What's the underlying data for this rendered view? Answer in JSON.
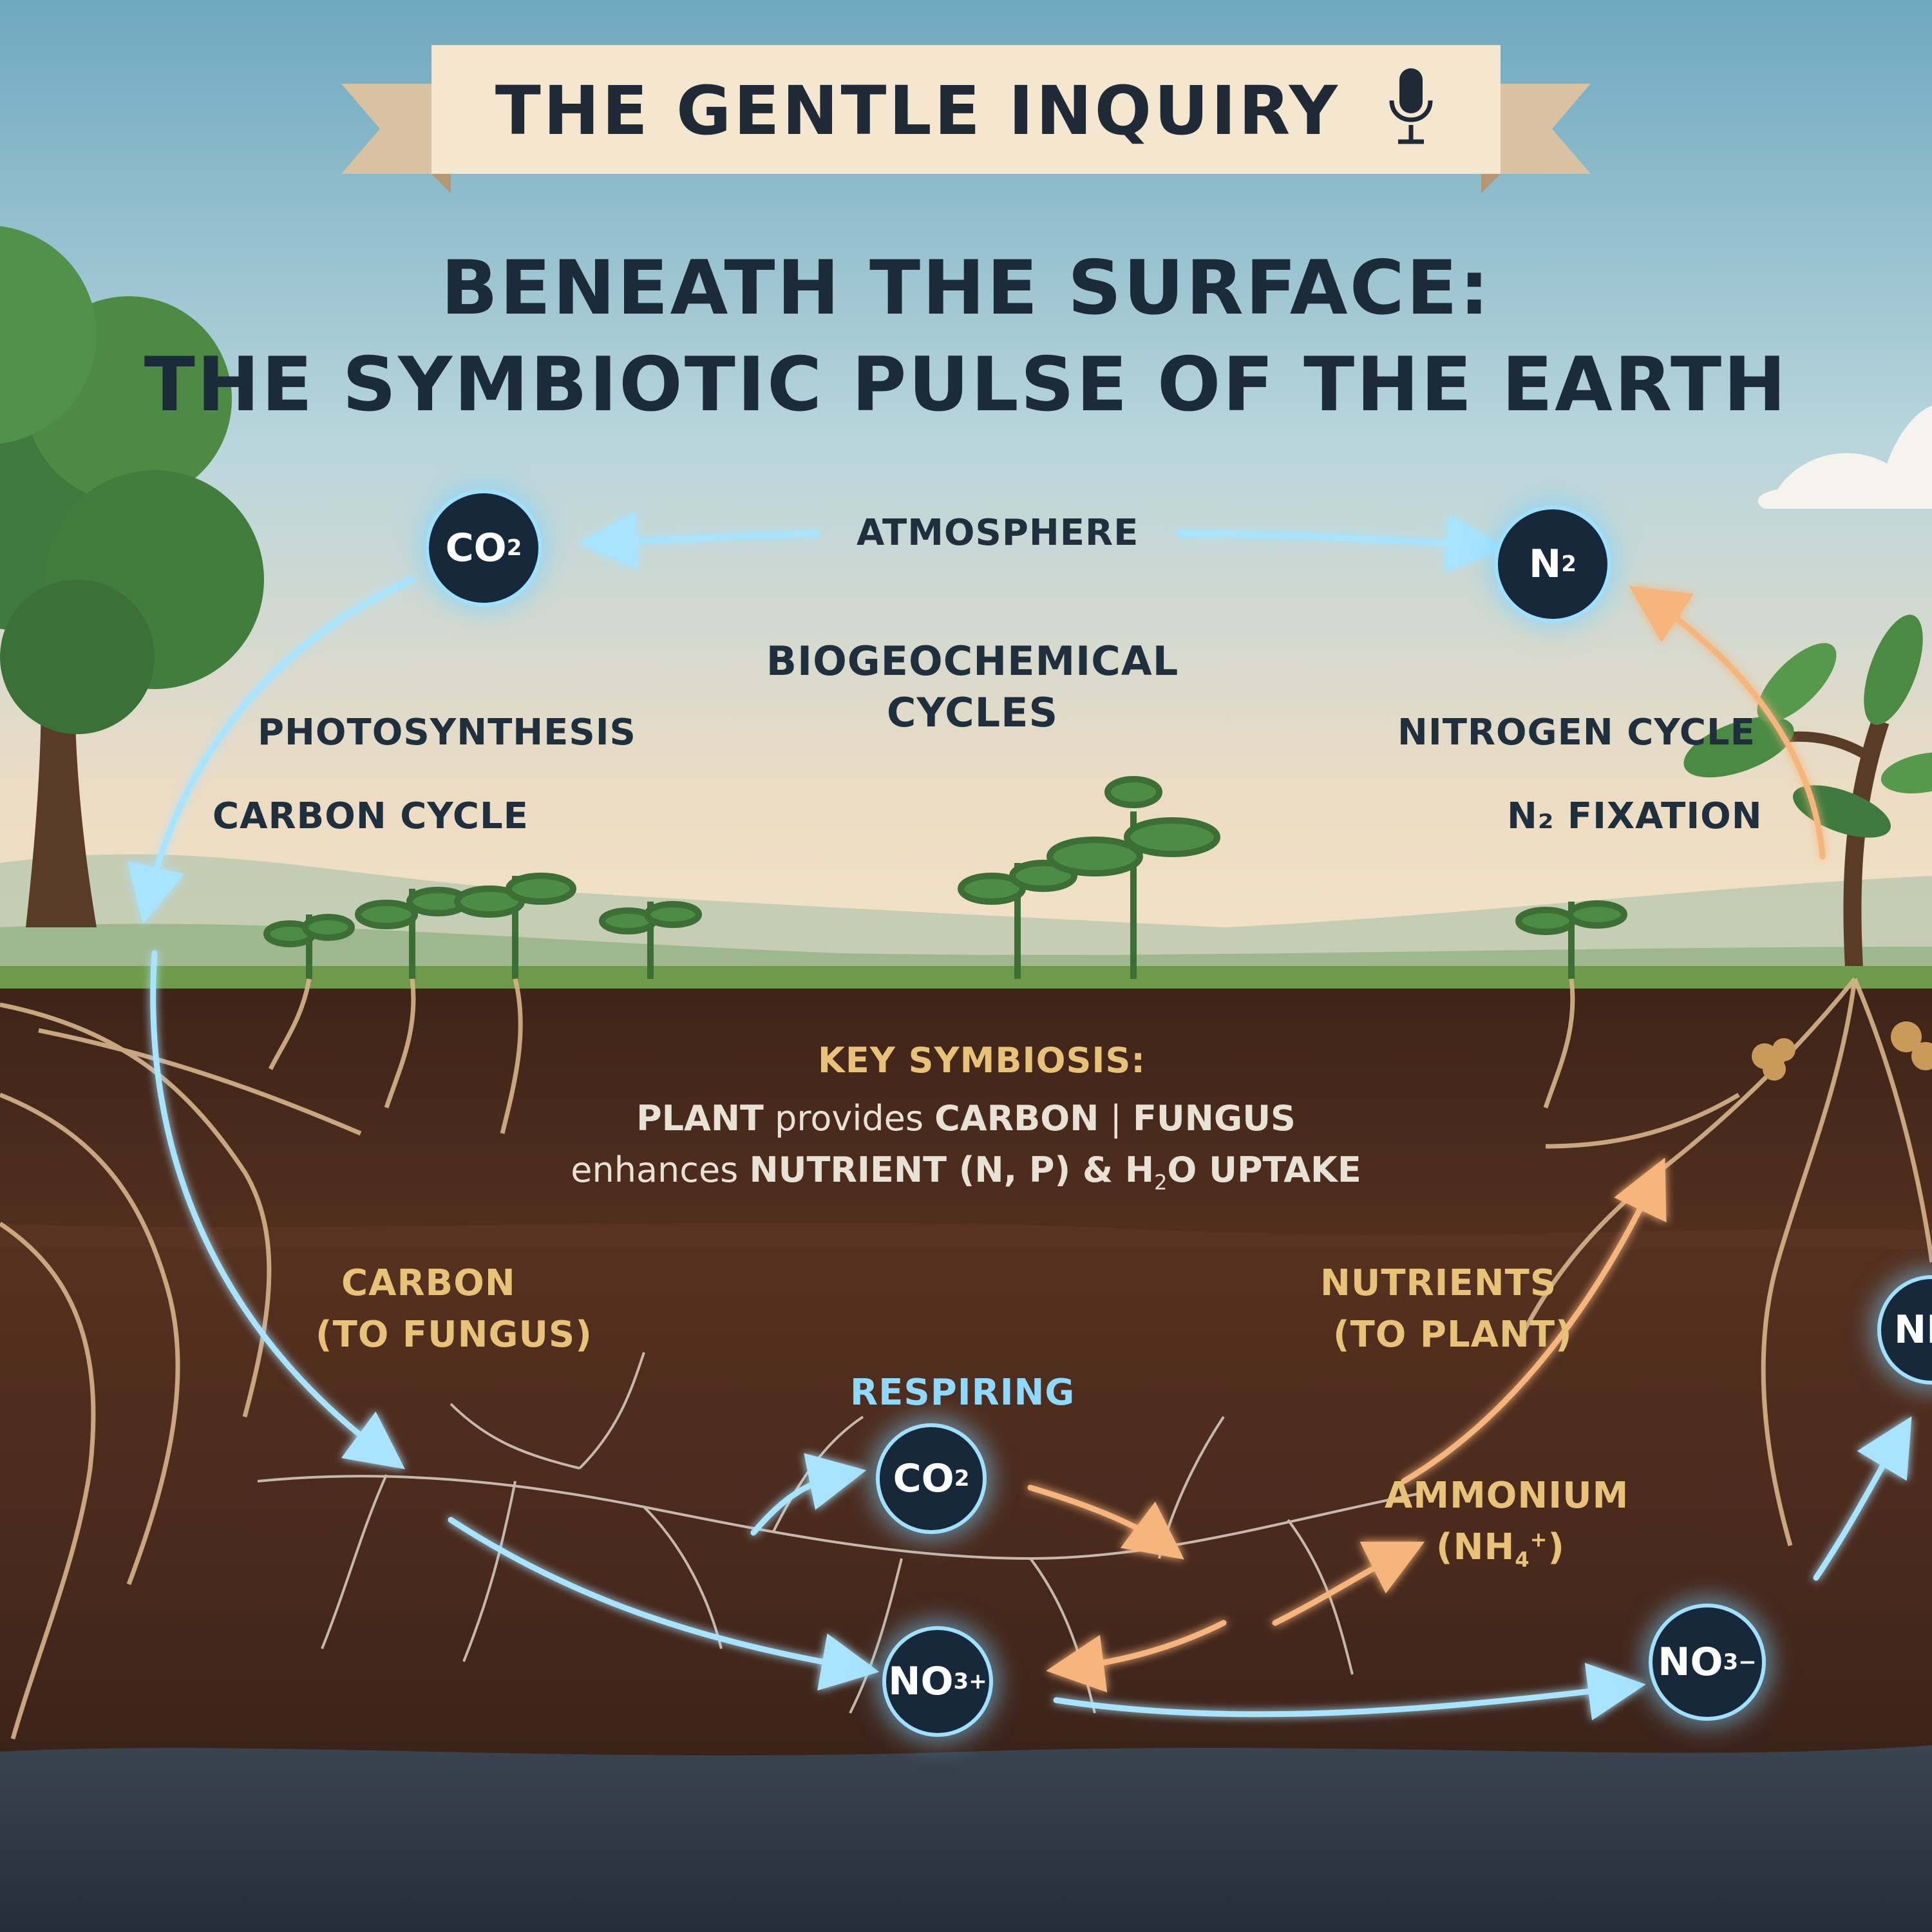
{
  "banner": {
    "title": "THE GENTLE INQUIRY",
    "icon": "microphone-icon"
  },
  "headline": {
    "line1": "BENEATH THE SURFACE:",
    "line2": "THE SYMBIOTIC PULSE OF THE EARTH"
  },
  "atmosphere": {
    "label": "ATMOSPHERE",
    "center_label_line1": "BIOGEOCHEMICAL",
    "center_label_line2": "CYCLES",
    "left_labels": [
      "PHOTOSYNTHESIS",
      "CARBON CYCLE"
    ],
    "right_labels": [
      "NITROGEN CYCLE",
      "N₂ FIXATION"
    ]
  },
  "nodes": {
    "co2_sky": {
      "base": "CO",
      "sub": "2"
    },
    "n2_sky": {
      "base": "N",
      "sub": "2"
    },
    "co2_soil": {
      "base": "CO",
      "sub": "2"
    },
    "no3_plus": {
      "base": "NO",
      "sub": "3",
      "sup": "+"
    },
    "no3_minus": {
      "base": "NO",
      "sub": "3",
      "sup": "−"
    },
    "edge_partial": "NI"
  },
  "symbiosis": {
    "heading": "KEY SYMBIOSIS:",
    "l1_a": "PLANT",
    "l1_b": " provides ",
    "l1_c": "CARBON",
    "l1_d": " | ",
    "l1_e": "FUNGUS",
    "l2_a": "enhances ",
    "l2_b": "NUTRIENT (N, P) & H",
    "l2_sub": "2",
    "l2_c": "O UPTAKE"
  },
  "soil": {
    "carbon_line1": "CARBON",
    "carbon_line2": "(TO FUNGUS)",
    "nutrients_line1": "NUTRIENTS",
    "nutrients_line2": "(TO PLANT)",
    "respiring": "RESPIRING",
    "ammonium_line1": "AMMONIUM",
    "ammonium_base": "(NH",
    "ammonium_sub": "4",
    "ammonium_sup": "+",
    "ammonium_end": ")"
  },
  "colors": {
    "sky_top": "#6fa9c1",
    "sky_bottom": "#f2e2c7",
    "soil": "#4a2c20",
    "carbon_arrow": "#8fd9ff",
    "nutrient_arrow": "#f2a66b",
    "node_fill": "#16283a"
  }
}
